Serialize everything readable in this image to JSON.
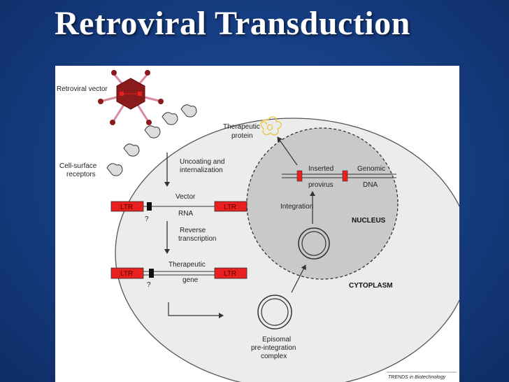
{
  "slide": {
    "title": "Retroviral Transduction"
  },
  "diagram": {
    "labels": {
      "retroviral_vector": "Retroviral vector",
      "cell_surface_1": "Cell-surface",
      "cell_surface_2": "receptors",
      "uncoating_1": "Uncoating and",
      "uncoating_2": "internalization",
      "vector_rna_1": "Vector",
      "vector_rna_2": "RNA",
      "reverse_1": "Reverse",
      "reverse_2": "transcription",
      "therapeutic_gene_1": "Therapeutic",
      "therapeutic_gene_2": "gene",
      "therapeutic_protein_1": "Therapeutic",
      "therapeutic_protein_2": "protein",
      "inserted_1": "Inserted",
      "inserted_2": "provirus",
      "genomic_1": "Genomic",
      "genomic_2": "DNA",
      "integration": "Integration",
      "nucleus": "NUCLEUS",
      "cytoplasm": "CYTOPLASM",
      "episomal_1": "Episomal",
      "episomal_2": "pre-integration",
      "episomal_3": "complex",
      "ltr": "LTR",
      "question": "?",
      "credit": "TRENDS in Biotechnology"
    },
    "colors": {
      "cell_fill": "#ececec",
      "nucleus_fill": "#c9c9c9",
      "ltr_box": "#e8201e",
      "virion_body": "#8b1a1a",
      "virion_spikes": "#d98aa0",
      "protein": "#e8c840"
    }
  }
}
